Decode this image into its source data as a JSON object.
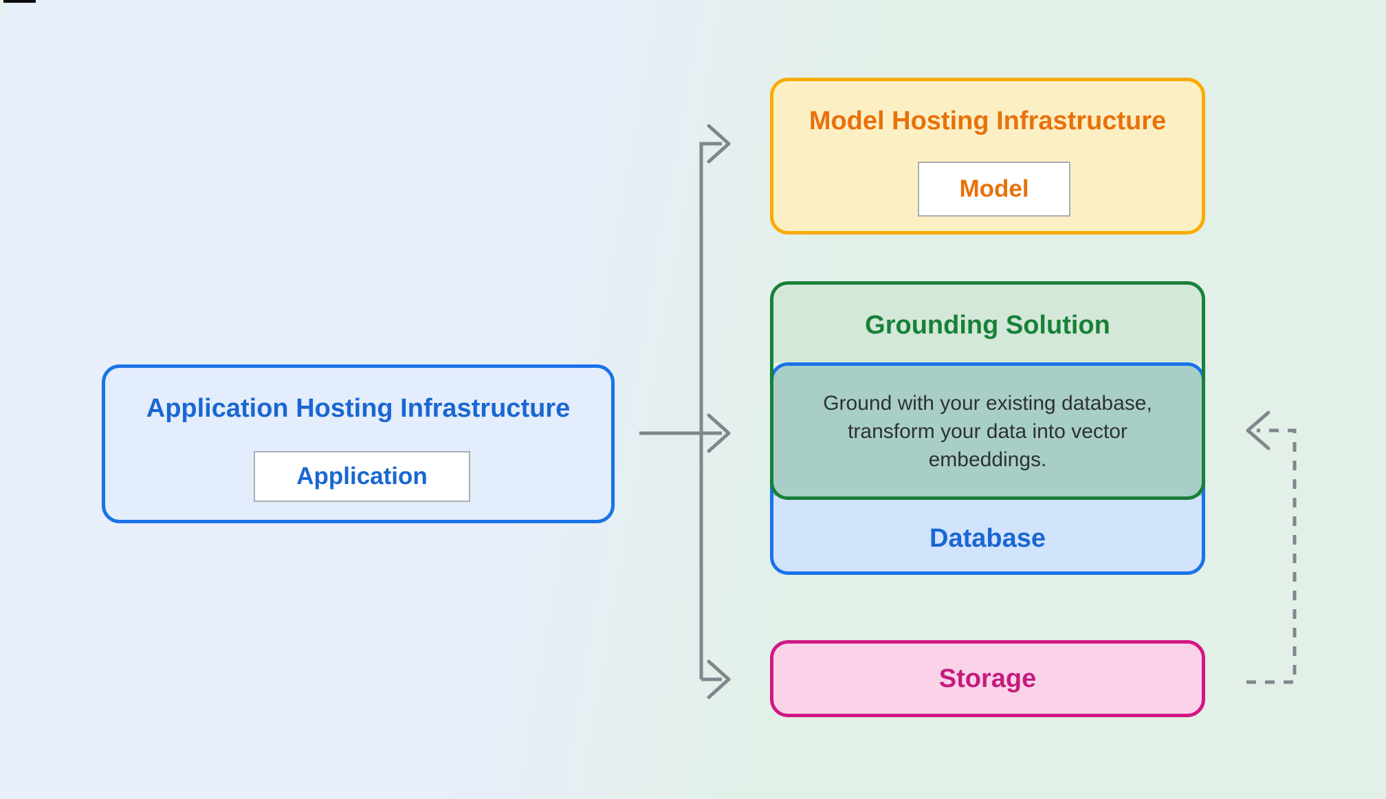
{
  "diagram": {
    "app_box": {
      "title": "Application Hosting Infrastructure",
      "chip": "Application"
    },
    "model_box": {
      "title": "Model Hosting Infrastructure",
      "chip": "Model"
    },
    "grounding_box": {
      "title": "Grounding Solution",
      "description": "Ground with your existing database, transform your data into vector embeddings."
    },
    "database_box": {
      "label": "Database"
    },
    "storage_box": {
      "label": "Storage"
    },
    "connections": [
      "application-to-model-hosting",
      "application-to-grounding-solution",
      "application-to-storage",
      "storage-to-grounding-dashed-feedback"
    ],
    "colors": {
      "background_left": "#e8eefa",
      "background_right": "#e2f0e7",
      "blue_border": "#1a73e8",
      "blue_text": "#1967d2",
      "blue_fill": "#e4edfb",
      "orange_border": "#f9ab00",
      "orange_fill": "#fdefc4",
      "orange_text": "#e8710a",
      "green_border": "#188038",
      "green_fill": "#d3e8d9",
      "teal_overlap_fill": "#a9cec8",
      "database_fill": "#d2e3fc",
      "pink_border": "#d01884",
      "pink_fill": "#fbd3e8",
      "pink_text": "#c51b7d",
      "arrow_gray": "#80868b"
    }
  }
}
